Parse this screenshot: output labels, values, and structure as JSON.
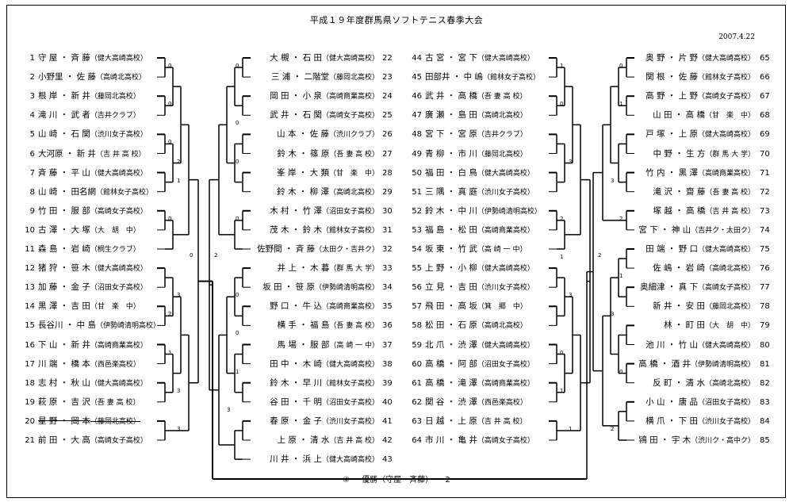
{
  "header": {
    "title": "平成１９年度群馬県ソフトテニス春季大会",
    "date": "2007.4.22"
  },
  "final": {
    "mark": "④",
    "label": "優勝（守屋・斉藤）",
    "score": "2"
  },
  "columns": [
    {
      "side": "left",
      "entries": [
        {
          "num": "1",
          "pair": "守 屋 ・ 斉 藤",
          "school": "（健大高崎高校）"
        },
        {
          "num": "2",
          "pair": "小野里 ・ 佐 藤",
          "school": "（高崎北高校）"
        },
        {
          "num": "3",
          "pair": "根 岸 ・ 新 井",
          "school": "（藤岡北高校）"
        },
        {
          "num": "4",
          "pair": "滝 川 ・ 武 者",
          "school": "（吉井クラブ）"
        },
        {
          "num": "5",
          "pair": "山 崎 ・ 石 関",
          "school": "（渋川女子高校）"
        },
        {
          "num": "6",
          "pair": "大河原 ・ 新 井",
          "school": "（吉 井 高 校）"
        },
        {
          "num": "7",
          "pair": "斉 藤 ・ 平 山",
          "school": "（健大高崎高校）"
        },
        {
          "num": "8",
          "pair": "山 崎 ・ 田名網",
          "school": "（館林女子高校）"
        },
        {
          "num": "9",
          "pair": "竹 田 ・ 服 部",
          "school": "（高崎女子高校）"
        },
        {
          "num": "10",
          "pair": "古 澤 ・ 大 塚",
          "school": "（大　胡　中）"
        },
        {
          "num": "11",
          "pair": "森 島 ・ 岩 崎",
          "school": "（桐生クラブ）"
        },
        {
          "num": "12",
          "pair": "猪 狩 ・ 笹 木",
          "school": "（健大高崎高校）"
        },
        {
          "num": "13",
          "pair": "加 藤 ・ 金 子",
          "school": "（沼田女子高校）"
        },
        {
          "num": "14",
          "pair": "黒 澤 ・ 吉 田",
          "school": "（甘　楽　中）"
        },
        {
          "num": "15",
          "pair": "長谷川 ・ 中 島",
          "school": "（伊勢崎清明高校）"
        },
        {
          "num": "16",
          "pair": "下 山 ・ 新 井",
          "school": "（高崎商業高校）"
        },
        {
          "num": "17",
          "pair": "川 端 ・ 橋 本",
          "school": "（西邑楽高校）"
        },
        {
          "num": "18",
          "pair": "志 村 ・ 秋 山",
          "school": "（健大高崎高校）"
        },
        {
          "num": "19",
          "pair": "萩 原 ・ 吉 沢",
          "school": "（吾 妻 高 校）"
        },
        {
          "num": "20",
          "pair": "星 野 ・ 岡 本",
          "school": "（藤岡北高校）"
        },
        {
          "num": "21",
          "pair": "前 田 ・ 大 高",
          "school": "（高崎女子高校）"
        }
      ]
    },
    {
      "side": "mid-left",
      "entries": [
        {
          "num": "22",
          "pair": "大 槻 ・ 石 田",
          "school": "（健大高崎高校）"
        },
        {
          "num": "23",
          "pair": "三 浦 ・ 二階堂",
          "school": "（藤岡北高校）"
        },
        {
          "num": "24",
          "pair": "岡 田 ・ 小 泉",
          "school": "（高崎商業高校）"
        },
        {
          "num": "25",
          "pair": "武 井 ・ 石 関",
          "school": "（高崎女子高校）"
        },
        {
          "num": "26",
          "pair": "山 本 ・ 佐 藤",
          "school": "（渋川クラブ）"
        },
        {
          "num": "27",
          "pair": "鈴 木 ・ 篠 原",
          "school": "（吾 妻 高 校）"
        },
        {
          "num": "28",
          "pair": "峯 岸 ・ 大 類",
          "school": "（甘　楽　中）"
        },
        {
          "num": "29",
          "pair": "鈴 木 ・ 柳 澤",
          "school": "（高崎北高校）"
        },
        {
          "num": "30",
          "pair": "木 村 ・ 竹 澤",
          "school": "（沼田女子高校）"
        },
        {
          "num": "31",
          "pair": "茂 木 ・ 鈴 木",
          "school": "（館林女子高校）"
        },
        {
          "num": "32",
          "pair": "佐野間 ・ 斉 藤",
          "school": "（太田ク・吉井ク）"
        },
        {
          "num": "33",
          "pair": "井 上 ・ 木 暮",
          "school": "（群 馬 大 学）"
        },
        {
          "num": "34",
          "pair": "坂 田 ・ 笹 原",
          "school": "（伊勢崎清明高校）"
        },
        {
          "num": "35",
          "pair": "野 口 ・ 牛 込",
          "school": "（高崎商業高校）"
        },
        {
          "num": "36",
          "pair": "横 手 ・ 福 島",
          "school": "（吾 妻 高 校）"
        },
        {
          "num": "37",
          "pair": "馬 場 ・ 服 部",
          "school": "（高 崎 一 中）"
        },
        {
          "num": "38",
          "pair": "田 中 ・ 木 崎",
          "school": "（健大高崎高校）"
        },
        {
          "num": "39",
          "pair": "鈴 木 ・ 早 川",
          "school": "（館林女子高校）"
        },
        {
          "num": "40",
          "pair": "谷 田 ・ 千 明",
          "school": "（沼田女子高校）"
        },
        {
          "num": "41",
          "pair": "春 原 ・ 金 子",
          "school": "（渋川女子高校）"
        },
        {
          "num": "42",
          "pair": "上 原 ・ 清 水",
          "school": "（吉 井 高 校）"
        },
        {
          "num": "43",
          "pair": "川 井 ・ 浜 上",
          "school": "（健大高崎高校）"
        }
      ]
    },
    {
      "side": "mid-right",
      "entries": [
        {
          "num": "44",
          "pair": "古 宮 ・ 宮 下",
          "school": "（健大高崎高校）"
        },
        {
          "num": "45",
          "pair": "田部井 ・ 中 嶋",
          "school": "（館林女子高校）"
        },
        {
          "num": "46",
          "pair": "武 井 ・ 高 橋",
          "school": "（吾 妻 高 校）"
        },
        {
          "num": "47",
          "pair": "廣 瀬 ・ 島 田",
          "school": "（高崎北高校）"
        },
        {
          "num": "48",
          "pair": "宮 下 ・ 宮 原",
          "school": "（吉井クラブ）"
        },
        {
          "num": "49",
          "pair": "青 柳 ・ 市 川",
          "school": "（藤岡北高校）"
        },
        {
          "num": "50",
          "pair": "福 田 ・ 白 鳥",
          "school": "（健大高崎高校）"
        },
        {
          "num": "51",
          "pair": "三 隅 ・ 真 庭",
          "school": "（渋川女子高校）"
        },
        {
          "num": "52",
          "pair": "鈴 木 ・ 中 川",
          "school": "（伊勢崎清明高校）"
        },
        {
          "num": "53",
          "pair": "福 島 ・ 松 田",
          "school": "（高崎商業高校）"
        },
        {
          "num": "54",
          "pair": "坂 東 ・ 竹 武",
          "school": "（高 崎 一 中）"
        },
        {
          "num": "55",
          "pair": "上 野 ・ 小 柳",
          "school": "（健大高崎高校）"
        },
        {
          "num": "56",
          "pair": "立 見 ・ 吉 田",
          "school": "（渋川女子高校）"
        },
        {
          "num": "57",
          "pair": "飛 田 ・ 高 坂",
          "school": "（箕　郷　中）"
        },
        {
          "num": "58",
          "pair": "松 田 ・ 石 原",
          "school": "（高崎北高校）"
        },
        {
          "num": "59",
          "pair": "北 爪 ・ 渋 澤",
          "school": "（健大高崎高校）"
        },
        {
          "num": "60",
          "pair": "高 橋 ・ 阿 部",
          "school": "（沼田女子高校）"
        },
        {
          "num": "61",
          "pair": "高 橋 ・ 滝 澤",
          "school": "（高崎商業高校）"
        },
        {
          "num": "62",
          "pair": "関 谷 ・ 渋 澤",
          "school": "（西邑楽高校）"
        },
        {
          "num": "63",
          "pair": "日 越 ・ 上 原",
          "school": "（吉 井 高 校）"
        },
        {
          "num": "64",
          "pair": "市 川 ・ 亀 井",
          "school": "（高崎女子高校）"
        }
      ]
    },
    {
      "side": "right",
      "entries": [
        {
          "num": "65",
          "pair": "奥 野 ・ 片 野",
          "school": "（健大高崎高校）"
        },
        {
          "num": "66",
          "pair": "関 根 ・ 佐 藤",
          "school": "（館林女子高校）"
        },
        {
          "num": "67",
          "pair": "高 野 ・ 上 野",
          "school": "（高崎女子高校）"
        },
        {
          "num": "68",
          "pair": "山 田 ・ 高 橋",
          "school": "（甘　楽　中）"
        },
        {
          "num": "69",
          "pair": "戸 塚 ・ 上 原",
          "school": "（健大高崎高校）"
        },
        {
          "num": "70",
          "pair": "中 野 ・ 生 方",
          "school": "（群 馬 大 学）"
        },
        {
          "num": "71",
          "pair": "竹 内 ・ 黒 澤",
          "school": "（高崎商業高校）"
        },
        {
          "num": "72",
          "pair": "滝 沢 ・ 齋 藤",
          "school": "（吾 妻 高 校）"
        },
        {
          "num": "73",
          "pair": "塚 越 ・ 高 橋",
          "school": "（吉 井 高 校）"
        },
        {
          "num": "74",
          "pair": "宮 下 ・ 神 山",
          "school": "（吉井ク・太田ク）"
        },
        {
          "num": "75",
          "pair": "田 端 ・ 野 口",
          "school": "（健大高崎高校）"
        },
        {
          "num": "76",
          "pair": "佐 嶋 ・ 岩 崎",
          "school": "（高崎北高校）"
        },
        {
          "num": "77",
          "pair": "奥細津 ・ 真 下",
          "school": "（高崎女子高校）"
        },
        {
          "num": "78",
          "pair": "新 井 ・ 安 田",
          "school": "（藤岡北高校）"
        },
        {
          "num": "79",
          "pair": "林 ・ 町 田",
          "school": "（大　胡　中）"
        },
        {
          "num": "80",
          "pair": "池 川 ・ 竹 山",
          "school": "（健大高崎高校）"
        },
        {
          "num": "81",
          "pair": "高 橋 ・ 酒 井",
          "school": "（伊勢崎清明高校）"
        },
        {
          "num": "82",
          "pair": "反 町 ・ 清 水",
          "school": "（高崎北高校）"
        },
        {
          "num": "83",
          "pair": "小 山 ・ 唐 品",
          "school": "（沼田女子高校）"
        },
        {
          "num": "84",
          "pair": "横 爪 ・ 下 田",
          "school": "（渋川女子高校）"
        },
        {
          "num": "85",
          "pair": "鴇 田 ・ 宇 木",
          "school": "（渋川ク・高中ク）"
        }
      ]
    }
  ],
  "scores": [
    {
      "t": "0",
      "c": 0,
      "s": 0,
      "k": "a"
    },
    {
      "t": "0",
      "c": 0,
      "s": 2,
      "k": "a"
    },
    {
      "t": "0",
      "c": 0,
      "s": 4,
      "k": "a"
    },
    {
      "t": "2",
      "c": 0,
      "s": 5,
      "k": "b"
    },
    {
      "t": "1",
      "c": 0,
      "s": 6,
      "k": "b"
    },
    {
      "t": "0",
      "c": 0,
      "s": 8,
      "k": "a"
    },
    {
      "t": "3",
      "c": 0,
      "s": 12,
      "k": "b"
    },
    {
      "t": "2",
      "c": 0,
      "s": 13,
      "k": "a"
    },
    {
      "t": "1",
      "c": 0,
      "s": 15,
      "k": "a"
    },
    {
      "t": "3",
      "c": 0,
      "s": 17,
      "k": "b"
    },
    {
      "t": "3",
      "c": 0,
      "s": 19,
      "k": "b"
    },
    {
      "t": "0",
      "c": 0,
      "s": 10,
      "k": "c"
    },
    {
      "t": "0",
      "c": 1,
      "s": 0,
      "k": "a"
    },
    {
      "t": "0",
      "c": 1,
      "s": 3,
      "k": "a"
    },
    {
      "t": "0",
      "c": 1,
      "s": 5,
      "k": "a"
    },
    {
      "t": "0",
      "c": 1,
      "s": 8,
      "k": "a"
    },
    {
      "t": "0",
      "c": 1,
      "s": 12,
      "k": "a"
    },
    {
      "t": "0",
      "c": 1,
      "s": 14,
      "k": "a"
    },
    {
      "t": "1",
      "c": 1,
      "s": 16,
      "k": "a"
    },
    {
      "t": "3",
      "c": 1,
      "s": 18,
      "k": "b"
    },
    {
      "t": "2",
      "c": 1,
      "s": 10,
      "k": "c"
    },
    {
      "t": "1",
      "c": 2,
      "s": 0,
      "k": "a"
    },
    {
      "t": "0",
      "c": 2,
      "s": 2,
      "k": "a"
    },
    {
      "t": "3",
      "c": 2,
      "s": 5,
      "k": "b"
    },
    {
      "t": "2",
      "c": 2,
      "s": 8,
      "k": "a"
    },
    {
      "t": "1",
      "c": 2,
      "s": 10,
      "k": "a"
    },
    {
      "t": "3",
      "c": 2,
      "s": 12,
      "k": "b"
    },
    {
      "t": "0",
      "c": 2,
      "s": 15,
      "k": "a"
    },
    {
      "t": "1",
      "c": 2,
      "s": 17,
      "k": "a"
    },
    {
      "t": "1",
      "c": 2,
      "s": 19,
      "k": "b"
    },
    {
      "t": "0",
      "c": 3,
      "s": 0,
      "k": "a"
    },
    {
      "t": "1",
      "c": 3,
      "s": 2,
      "k": "a"
    },
    {
      "t": "3",
      "c": 3,
      "s": 6,
      "k": "b"
    },
    {
      "t": "2",
      "c": 3,
      "s": 8,
      "k": "a"
    },
    {
      "t": "1",
      "c": 3,
      "s": 11,
      "k": "a"
    },
    {
      "t": "3",
      "c": 3,
      "s": 13,
      "k": "b"
    },
    {
      "t": "0",
      "c": 3,
      "s": 16,
      "k": "a"
    },
    {
      "t": "2",
      "c": 3,
      "s": 19,
      "k": "b"
    },
    {
      "t": "2",
      "c": 3,
      "s": 10,
      "k": "c"
    }
  ]
}
